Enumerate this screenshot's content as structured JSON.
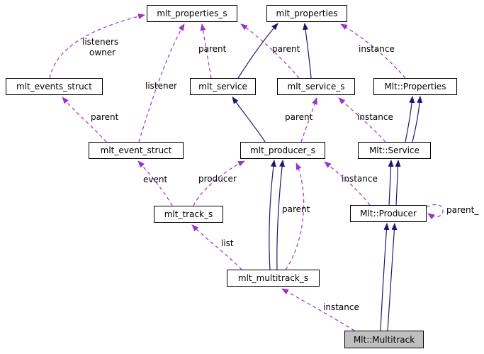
{
  "diagram": {
    "type": "doxygen-collaboration-graph",
    "nodes": [
      {
        "id": "mlt_properties_s",
        "label": "mlt_properties_s",
        "highlighted": false
      },
      {
        "id": "mlt_properties",
        "label": "mlt_properties",
        "highlighted": false
      },
      {
        "id": "mlt_events_struct",
        "label": "mlt_events_struct",
        "highlighted": false
      },
      {
        "id": "mlt_service",
        "label": "mlt_service",
        "highlighted": false
      },
      {
        "id": "mlt_service_s",
        "label": "mlt_service_s",
        "highlighted": false
      },
      {
        "id": "Mlt::Properties",
        "label": "Mlt::Properties",
        "highlighted": false
      },
      {
        "id": "mlt_event_struct",
        "label": "mlt_event_struct",
        "highlighted": false
      },
      {
        "id": "mlt_producer_s",
        "label": "mlt_producer_s",
        "highlighted": false
      },
      {
        "id": "Mlt::Service",
        "label": "Mlt::Service",
        "highlighted": false
      },
      {
        "id": "mlt_track_s",
        "label": "mlt_track_s",
        "highlighted": false
      },
      {
        "id": "Mlt::Producer",
        "label": "Mlt::Producer",
        "highlighted": false
      },
      {
        "id": "mlt_multitrack_s",
        "label": "mlt_multitrack_s",
        "highlighted": false
      },
      {
        "id": "Mlt::Multitrack",
        "label": "Mlt::Multitrack",
        "highlighted": true
      }
    ],
    "edge_labels": [
      {
        "text": "listeners"
      },
      {
        "text": "owner"
      },
      {
        "text": "parent"
      },
      {
        "text": "parent"
      },
      {
        "text": "instance"
      },
      {
        "text": "listener"
      },
      {
        "text": "parent"
      },
      {
        "text": "parent"
      },
      {
        "text": "instance"
      },
      {
        "text": "event"
      },
      {
        "text": "producer"
      },
      {
        "text": "instance"
      },
      {
        "text": "parent"
      },
      {
        "text": "parent_"
      },
      {
        "text": "list"
      },
      {
        "text": "instance"
      }
    ],
    "relations": {
      "usage": [
        {
          "from": "mlt_events_struct",
          "to": "mlt_properties_s",
          "labels": [
            "listeners",
            "owner"
          ]
        },
        {
          "from": "mlt_event_struct",
          "to": "mlt_properties_s",
          "labels": [
            "listener"
          ]
        },
        {
          "from": "mlt_event_struct",
          "to": "mlt_events_struct",
          "labels": [
            "parent"
          ]
        },
        {
          "from": "mlt_service",
          "to": "mlt_properties_s",
          "labels": [
            "parent"
          ]
        },
        {
          "from": "mlt_service_s",
          "to": "mlt_properties_s",
          "labels": [
            "parent"
          ]
        },
        {
          "from": "Mlt::Properties",
          "to": "mlt_properties",
          "labels": [
            "instance"
          ]
        },
        {
          "from": "mlt_producer_s",
          "to": "mlt_service_s",
          "labels": [
            "parent"
          ]
        },
        {
          "from": "Mlt::Service",
          "to": "mlt_service_s",
          "labels": [
            "instance"
          ]
        },
        {
          "from": "mlt_track_s",
          "to": "mlt_event_struct",
          "labels": [
            "event"
          ]
        },
        {
          "from": "mlt_track_s",
          "to": "mlt_producer_s",
          "labels": [
            "producer"
          ]
        },
        {
          "from": "Mlt::Producer",
          "to": "mlt_producer_s",
          "labels": [
            "instance"
          ]
        },
        {
          "from": "mlt_multitrack_s",
          "to": "mlt_producer_s",
          "labels": [
            "parent"
          ]
        },
        {
          "from": "Mlt::Producer",
          "to": "Mlt::Producer",
          "labels": [
            "parent_"
          ]
        },
        {
          "from": "mlt_multitrack_s",
          "to": "mlt_track_s",
          "labels": [
            "list"
          ]
        },
        {
          "from": "Mlt::Multitrack",
          "to": "mlt_multitrack_s",
          "labels": [
            "instance"
          ]
        }
      ],
      "inheritance": [
        {
          "from": "mlt_service",
          "to": "mlt_properties"
        },
        {
          "from": "mlt_service_s",
          "to": "mlt_properties"
        },
        {
          "from": "mlt_producer_s",
          "to": "mlt_service"
        },
        {
          "from": "mlt_multitrack_s",
          "to": "mlt_producer_s"
        },
        {
          "from": "mlt_multitrack_s",
          "to": "mlt_producer_s"
        },
        {
          "from": "Mlt::Service",
          "to": "Mlt::Properties"
        },
        {
          "from": "Mlt::Service",
          "to": "Mlt::Properties"
        },
        {
          "from": "Mlt::Producer",
          "to": "Mlt::Service"
        },
        {
          "from": "Mlt::Producer",
          "to": "Mlt::Service"
        },
        {
          "from": "Mlt::Multitrack",
          "to": "Mlt::Producer"
        },
        {
          "from": "Mlt::Multitrack",
          "to": "Mlt::Producer"
        }
      ]
    },
    "colors": {
      "usage_edge": "#9a32cd",
      "inheritance_edge": "#191970",
      "node_fill": "#ffffff",
      "node_border": "#000000",
      "highlight_fill": "#bfbfbf",
      "background": "#ffffff"
    }
  }
}
